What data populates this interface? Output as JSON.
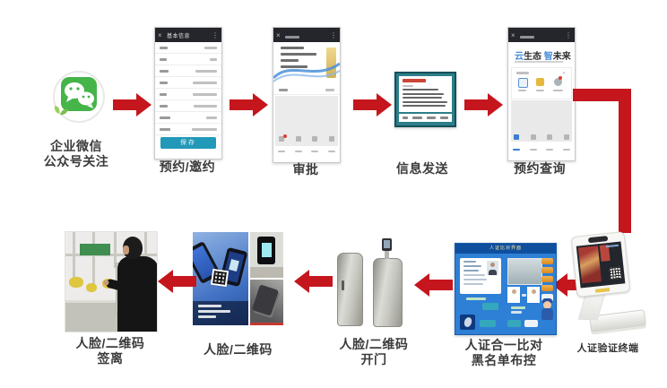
{
  "diagram_title": "visitor-access-process-flow",
  "colors": {
    "arrow_red": "#c5161d",
    "wechat_green": "#45b449",
    "verify_screen_blue": "#2e7fd6",
    "button_teal": "#2299b8",
    "brand_blue": "#4a90d9"
  },
  "icons": {
    "wechat": "wechat-chat-bubbles",
    "flow_arrow": "solid-block-arrow",
    "close": "×",
    "more": "⋮",
    "chevron_down": "⌄"
  },
  "nodes": {
    "wechat": {
      "line1": "企业微信",
      "line2": "公众号关注"
    },
    "booking": {
      "label": "预约/邀约"
    },
    "approval": {
      "label": "审批"
    },
    "message": {
      "label": "信息发送"
    },
    "query": {
      "label": "预约查询"
    },
    "terminal": {
      "label": "人证验证终端"
    },
    "compare": {
      "line1": "人证合一比对",
      "line2": "黑名单布控"
    },
    "gate": {
      "line1": "人脸/二维码",
      "line2": "开门"
    },
    "faceqr": {
      "label": "人脸/二维码"
    },
    "signout": {
      "line1": "人脸/二维码",
      "line2": "签离"
    }
  },
  "screens": {
    "booking_phone": {
      "title": "基本信息",
      "submit": "保存"
    },
    "query_phone": {
      "brand_blue1": "云",
      "brand_dark1": "生态",
      "brand_blue2": "智",
      "brand_dark2": "未来"
    },
    "verify": {
      "title": "人证比对界面"
    }
  }
}
